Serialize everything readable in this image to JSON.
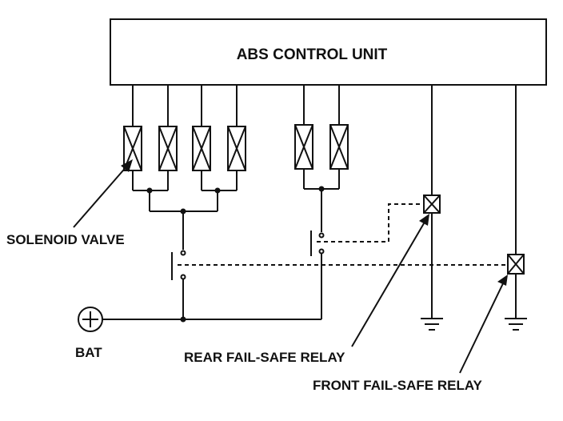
{
  "control_unit": {
    "label": "ABS CONTROL UNIT"
  },
  "labels": {
    "solenoid_valve": "SOLENOID VALVE",
    "battery": "BAT",
    "rear_relay": "REAR FAIL-SAFE RELAY",
    "front_relay": "FRONT FAIL-SAFE RELAY"
  },
  "colors": {
    "ink": "#111111",
    "background": "#ffffff"
  }
}
